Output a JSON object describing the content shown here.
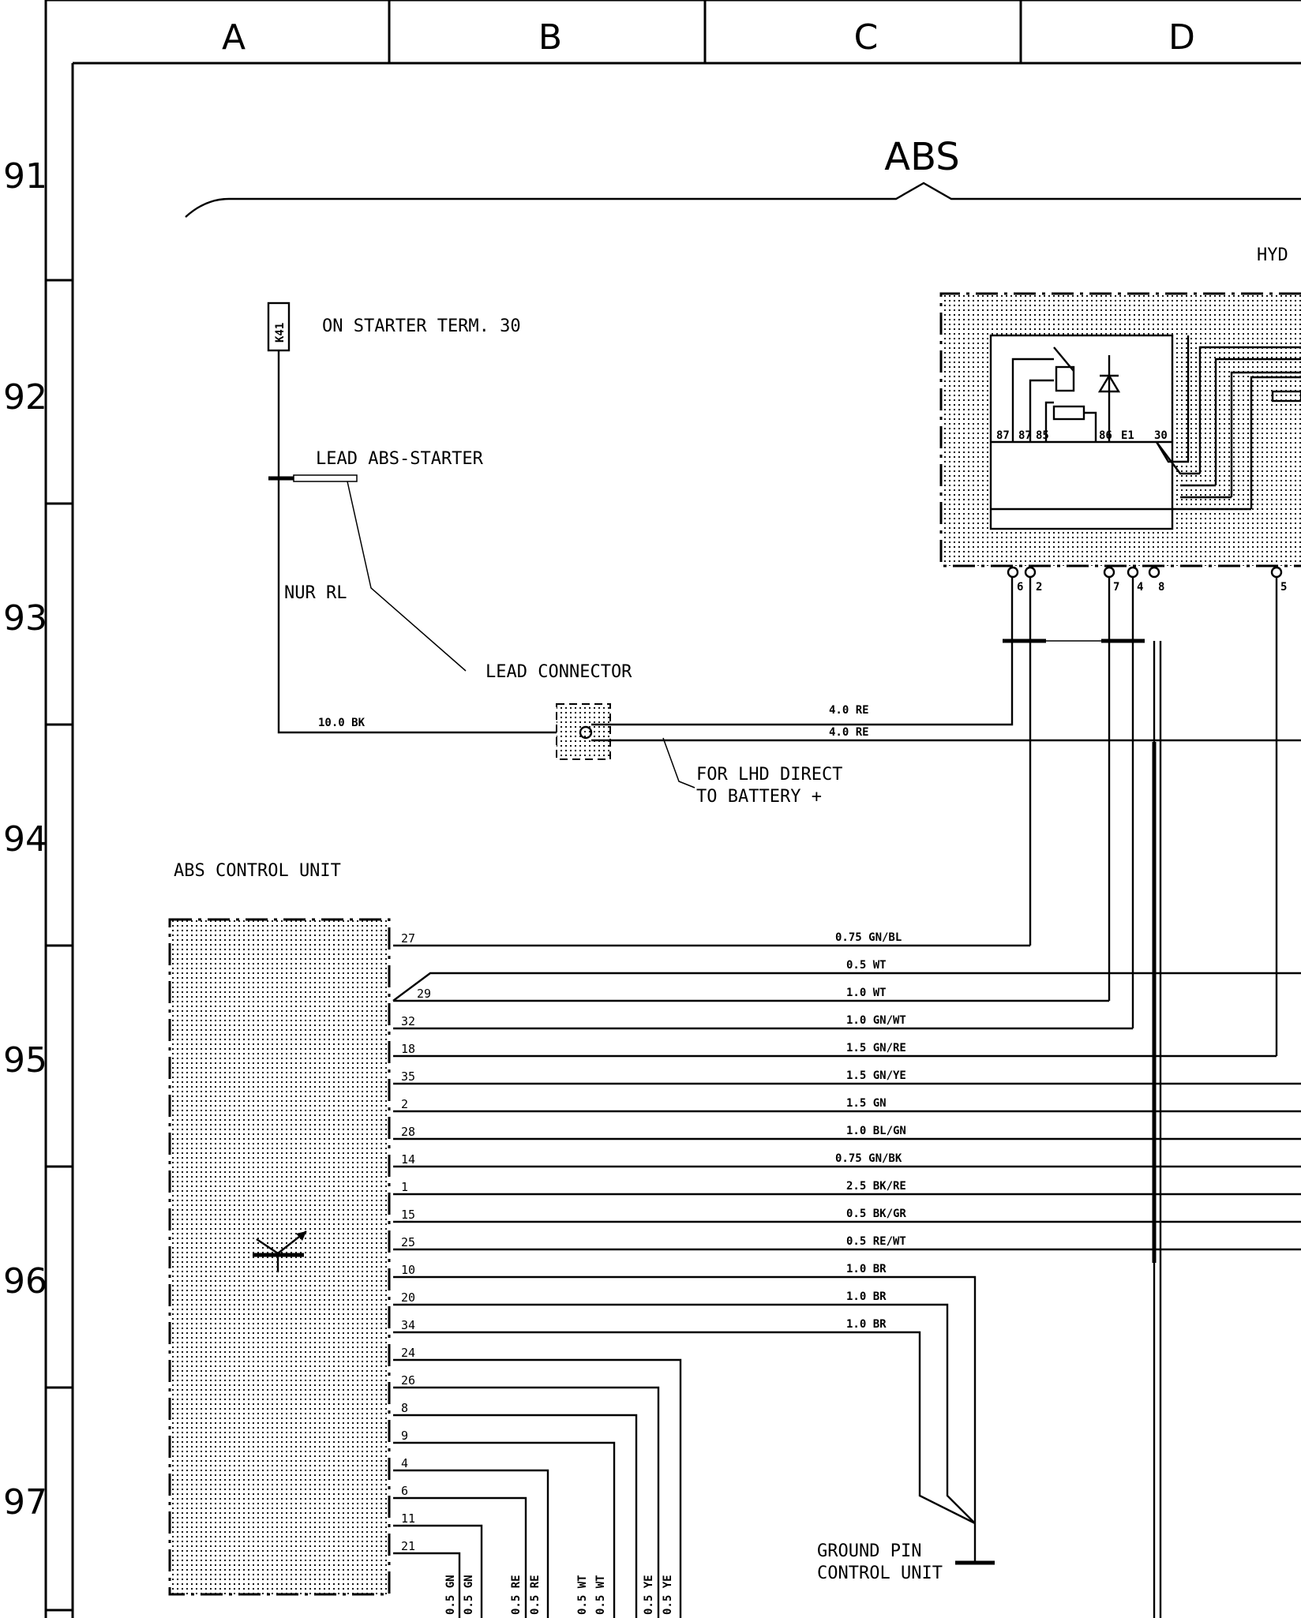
{
  "columns": [
    "A",
    "B",
    "C",
    "D"
  ],
  "rows": [
    "91",
    "92",
    "93",
    "94",
    "95",
    "96",
    "97"
  ],
  "title": "ABS",
  "labels": {
    "hyd": "HYD",
    "on_starter": "ON STARTER TERM. 30",
    "k41": "K41",
    "lead_abs_starter": "LEAD ABS-STARTER",
    "nur_rl": "NUR RL",
    "lead_connector": "LEAD CONNECTOR",
    "wire_10bk": "10.0 BK",
    "wire_4re_1": "4.0 RE",
    "wire_4re_2": "4.0 RE",
    "lhd_line1": "FOR LHD DIRECT",
    "lhd_line2": "TO BATTERY +",
    "abs_control_unit": "ABS CONTROL UNIT",
    "ground_line1": "GROUND PIN",
    "ground_line2": "CONTROL UNIT"
  },
  "relay_pins": [
    "87",
    "87",
    "85",
    "86",
    "E1",
    "30"
  ],
  "connector_pins": [
    "6",
    "2",
    "7",
    "4",
    "8",
    "5"
  ],
  "control_unit_pins": [
    {
      "pin": "27",
      "wire": "0.75 GN/BL"
    },
    {
      "pin": "",
      "wire": "0.5 WT"
    },
    {
      "pin": "29",
      "wire": "1.0 WT"
    },
    {
      "pin": "32",
      "wire": "1.0 GN/WT"
    },
    {
      "pin": "18",
      "wire": "1.5 GN/RE"
    },
    {
      "pin": "35",
      "wire": "1.5 GN/YE"
    },
    {
      "pin": "2",
      "wire": "1.5 GN"
    },
    {
      "pin": "28",
      "wire": "1.0 BL/GN"
    },
    {
      "pin": "14",
      "wire": "0.75 GN/BK"
    },
    {
      "pin": "1",
      "wire": "2.5 BK/RE"
    },
    {
      "pin": "15",
      "wire": "0.5 BK/GR"
    },
    {
      "pin": "25",
      "wire": "0.5 RE/WT"
    },
    {
      "pin": "10",
      "wire": "1.0 BR"
    },
    {
      "pin": "20",
      "wire": "1.0 BR"
    },
    {
      "pin": "34",
      "wire": "1.0 BR"
    },
    {
      "pin": "24",
      "wire": ""
    },
    {
      "pin": "26",
      "wire": ""
    },
    {
      "pin": "8",
      "wire": ""
    },
    {
      "pin": "9",
      "wire": ""
    },
    {
      "pin": "4",
      "wire": ""
    },
    {
      "pin": "6",
      "wire": ""
    },
    {
      "pin": "11",
      "wire": ""
    },
    {
      "pin": "21",
      "wire": ""
    }
  ],
  "bottom_wires": [
    "0.5 GN",
    "0.5 GN",
    "0.5 RE",
    "0.5 RE",
    "0.5 WT",
    "0.5 WT",
    "0.5 YE",
    "0.5 YE"
  ]
}
